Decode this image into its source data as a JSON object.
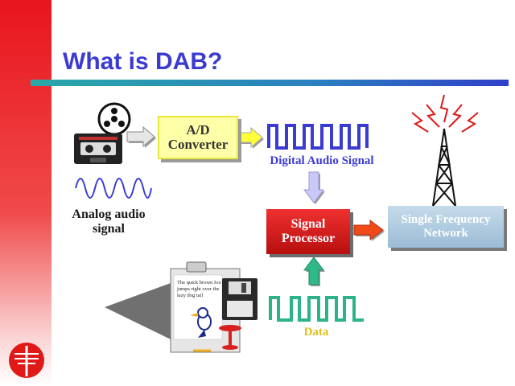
{
  "title": "What is DAB?",
  "colors": {
    "title": "#3b3bd1",
    "accent_red": "#e8151d",
    "digital_wave": "#3b3bd1",
    "data_wave": "#2db38a",
    "ad_box_fill": "#ffffa8",
    "processor_fill": "#d41b1b",
    "network_fill": "#b6cfe2"
  },
  "diagram": {
    "nodes": {
      "ad_converter": {
        "label": "A/D Converter"
      },
      "signal_processor": {
        "label": "Signal Processor"
      },
      "sfn": {
        "label": "Single Frequency Network"
      }
    },
    "labels": {
      "analog": "Analog audio signal",
      "digital": "Digital Audio Signal",
      "data": "Data"
    },
    "clipboard_text": "The quick brown fox jumps right over the lazy dog tail",
    "edges": [
      {
        "from": "analog_source",
        "to": "ad_converter"
      },
      {
        "from": "ad_converter",
        "to": "digital_signal"
      },
      {
        "from": "digital_signal",
        "to": "signal_processor"
      },
      {
        "from": "data",
        "to": "signal_processor"
      },
      {
        "from": "signal_processor",
        "to": "sfn"
      }
    ]
  },
  "icons": [
    "tape-reel-icon",
    "cassette-icon",
    "clipboard-icon",
    "floppy-disk-icon",
    "duck-icon",
    "radio-tower-icon",
    "logo-icon"
  ]
}
